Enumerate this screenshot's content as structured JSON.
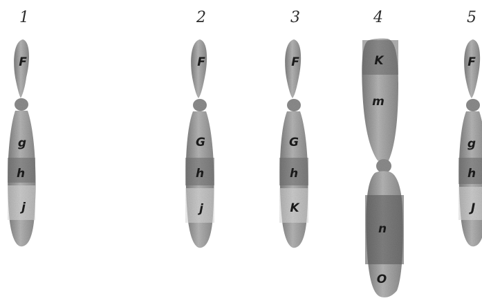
{
  "chromosomes": [
    {
      "number": "1",
      "genes": [
        "F",
        "g",
        "h",
        "j"
      ]
    },
    {
      "number": "2",
      "genes": [
        "F",
        "G",
        "h",
        "j"
      ]
    },
    {
      "number": "3",
      "genes": [
        "F",
        "G",
        "h",
        "K"
      ]
    },
    {
      "number": "4",
      "genes": [
        "K",
        "m",
        "n",
        "O"
      ]
    },
    {
      "number": "5",
      "genes": [
        "F",
        "g",
        "h",
        "J"
      ]
    }
  ],
  "colors": {
    "chromosome_fill": "#9a9a9a",
    "band_dark": "#6f6f6f",
    "band_light": "#c9c9c9",
    "outline": "#7a7a7a"
  }
}
